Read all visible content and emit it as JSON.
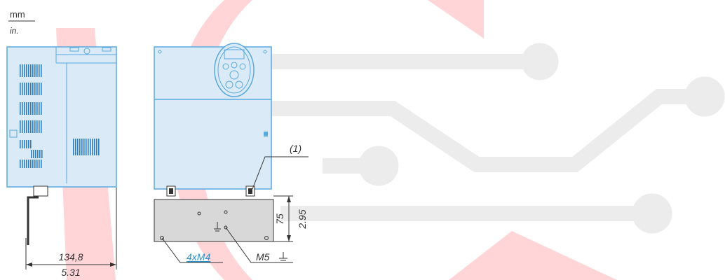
{
  "units": {
    "top": "mm",
    "bottom": "in."
  },
  "dimensions": {
    "width_mm": "134,8",
    "width_in": "5.31",
    "height_mm": "75",
    "height_in": "2.95"
  },
  "callouts": {
    "note_ref": "(1)",
    "mount_holes": "4xM4",
    "ground_screw": "M5"
  },
  "colors": {
    "drawing_blue": "#5aa9df",
    "drawing_blue_dark": "#2f7fbf",
    "plate_gray": "#d8d8d8",
    "watermark_red": "#e42a3a",
    "watermark_gray": "#e7e7e7"
  }
}
